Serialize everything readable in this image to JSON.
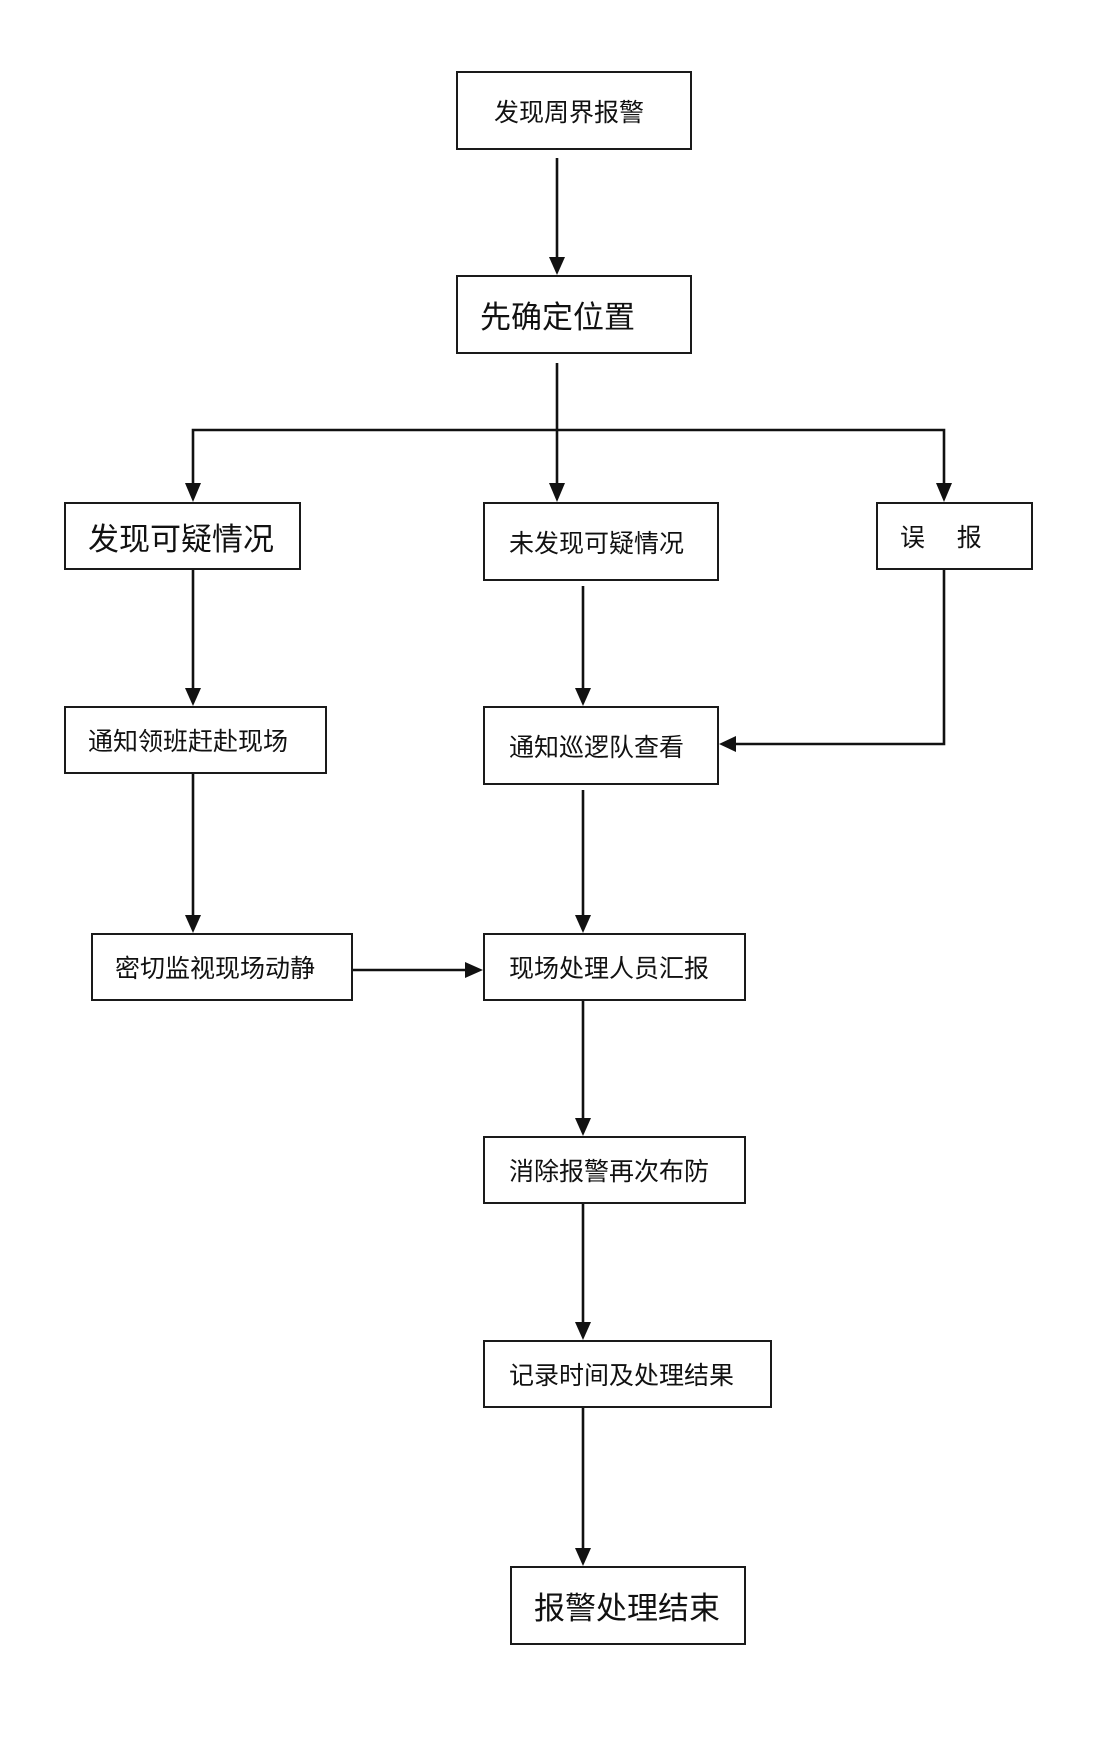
{
  "flowchart": {
    "nodes": {
      "alarm_found": "发现周界报警",
      "confirm_location": "先确定位置",
      "suspicious_found": "发现可疑情况",
      "no_suspicious": "未发现可疑情况",
      "false_alarm": "误    报",
      "notify_leader": "通知领班赶赴现场",
      "notify_patrol": "通知巡逻队查看",
      "monitor_scene": "密切监视现场动静",
      "report_handler": "现场处理人员汇报",
      "clear_rearm": "消除报警再次布防",
      "record_result": "记录时间及处理结果",
      "alarm_done": "报警处理结束"
    },
    "edges": [
      {
        "from": "发现周界报警",
        "to": "先确定位置"
      },
      {
        "from": "先确定位置",
        "to": "发现可疑情况"
      },
      {
        "from": "先确定位置",
        "to": "未发现可疑情况"
      },
      {
        "from": "先确定位置",
        "to": "误    报"
      },
      {
        "from": "发现可疑情况",
        "to": "通知领班赶赴现场"
      },
      {
        "from": "未发现可疑情况",
        "to": "通知巡逻队查看"
      },
      {
        "from": "误    报",
        "to": "通知巡逻队查看"
      },
      {
        "from": "通知领班赶赴现场",
        "to": "密切监视现场动静"
      },
      {
        "from": "通知巡逻队查看",
        "to": "现场处理人员汇报"
      },
      {
        "from": "密切监视现场动静",
        "to": "现场处理人员汇报"
      },
      {
        "from": "现场处理人员汇报",
        "to": "消除报警再次布防"
      },
      {
        "from": "消除报警再次布防",
        "to": "记录时间及处理结果"
      },
      {
        "from": "记录时间及处理结果",
        "to": "报警处理结束"
      }
    ],
    "colors": {
      "line": "#111111",
      "box_border": "#1a1a1a",
      "background": "#ffffff"
    }
  }
}
